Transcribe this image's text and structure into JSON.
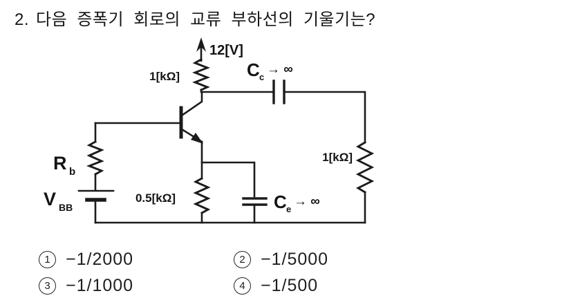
{
  "question": {
    "number": "2.",
    "text": "다음 증폭기 회로의 교류 부하선의 기울기는?"
  },
  "circuit": {
    "supply_voltage": "12[V]",
    "collector_resistor": "1[kΩ]",
    "coupling_cap": {
      "main": "C",
      "sub": "c",
      "tends_to": "→ ∞"
    },
    "load_resistor": "1[kΩ]",
    "base_resistor": {
      "main": "R",
      "sub": "b"
    },
    "base_supply": {
      "main": "V",
      "sub": "BB"
    },
    "emitter_resistor": "0.5[kΩ]",
    "bypass_cap": {
      "main": "C",
      "sub": "e",
      "tends_to": "→ ∞"
    }
  },
  "choices": [
    {
      "num": "1",
      "label": "−1/2000"
    },
    {
      "num": "2",
      "label": "−1/5000"
    },
    {
      "num": "3",
      "label": "−1/1000"
    },
    {
      "num": "4",
      "label": "−1/500"
    }
  ]
}
